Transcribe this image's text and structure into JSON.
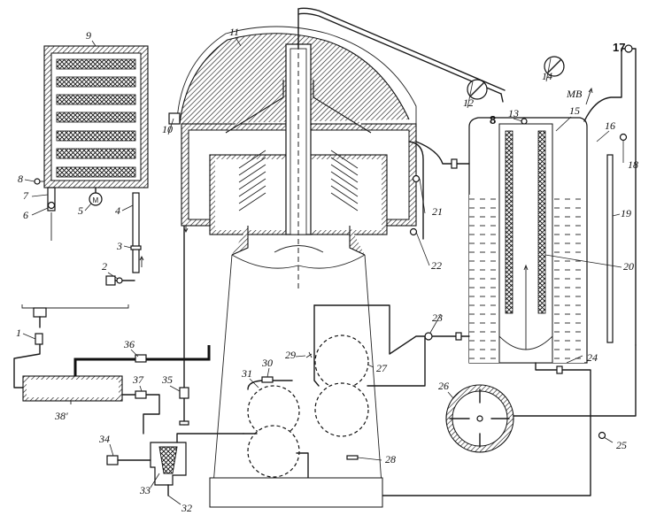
{
  "figure": {
    "type": "technical-schematic",
    "subject": "centrifuge separator system with heat exchanger, condenser tank and gear pumps"
  },
  "labels": {
    "l1": "1",
    "l2": "2",
    "l3": "3",
    "l4": "4",
    "l5": "5",
    "l6": "6",
    "l7": "7",
    "l8": "8",
    "l9": "9",
    "l10": "10",
    "l11": "11",
    "l12": "12",
    "l12b": "8",
    "l13": "13",
    "l14": "14",
    "l14b": "MB",
    "l15": "15",
    "l16": "16",
    "l17": "17",
    "l18": "18",
    "l19": "19",
    "l20": "20",
    "l21": "21",
    "l22": "22",
    "l23": "23",
    "l24": "24",
    "l25": "25",
    "l26": "26",
    "l27": "27",
    "l28": "28",
    "l29": "29",
    "l30": "30",
    "l31": "31",
    "l32": "32",
    "l33": "33",
    "l34": "34",
    "l35": "35",
    "l36": "36",
    "l37": "37",
    "l38": "38'"
  },
  "motor_symbol": "M",
  "colors": {
    "ink": "#111111",
    "paper": "#ffffff"
  }
}
